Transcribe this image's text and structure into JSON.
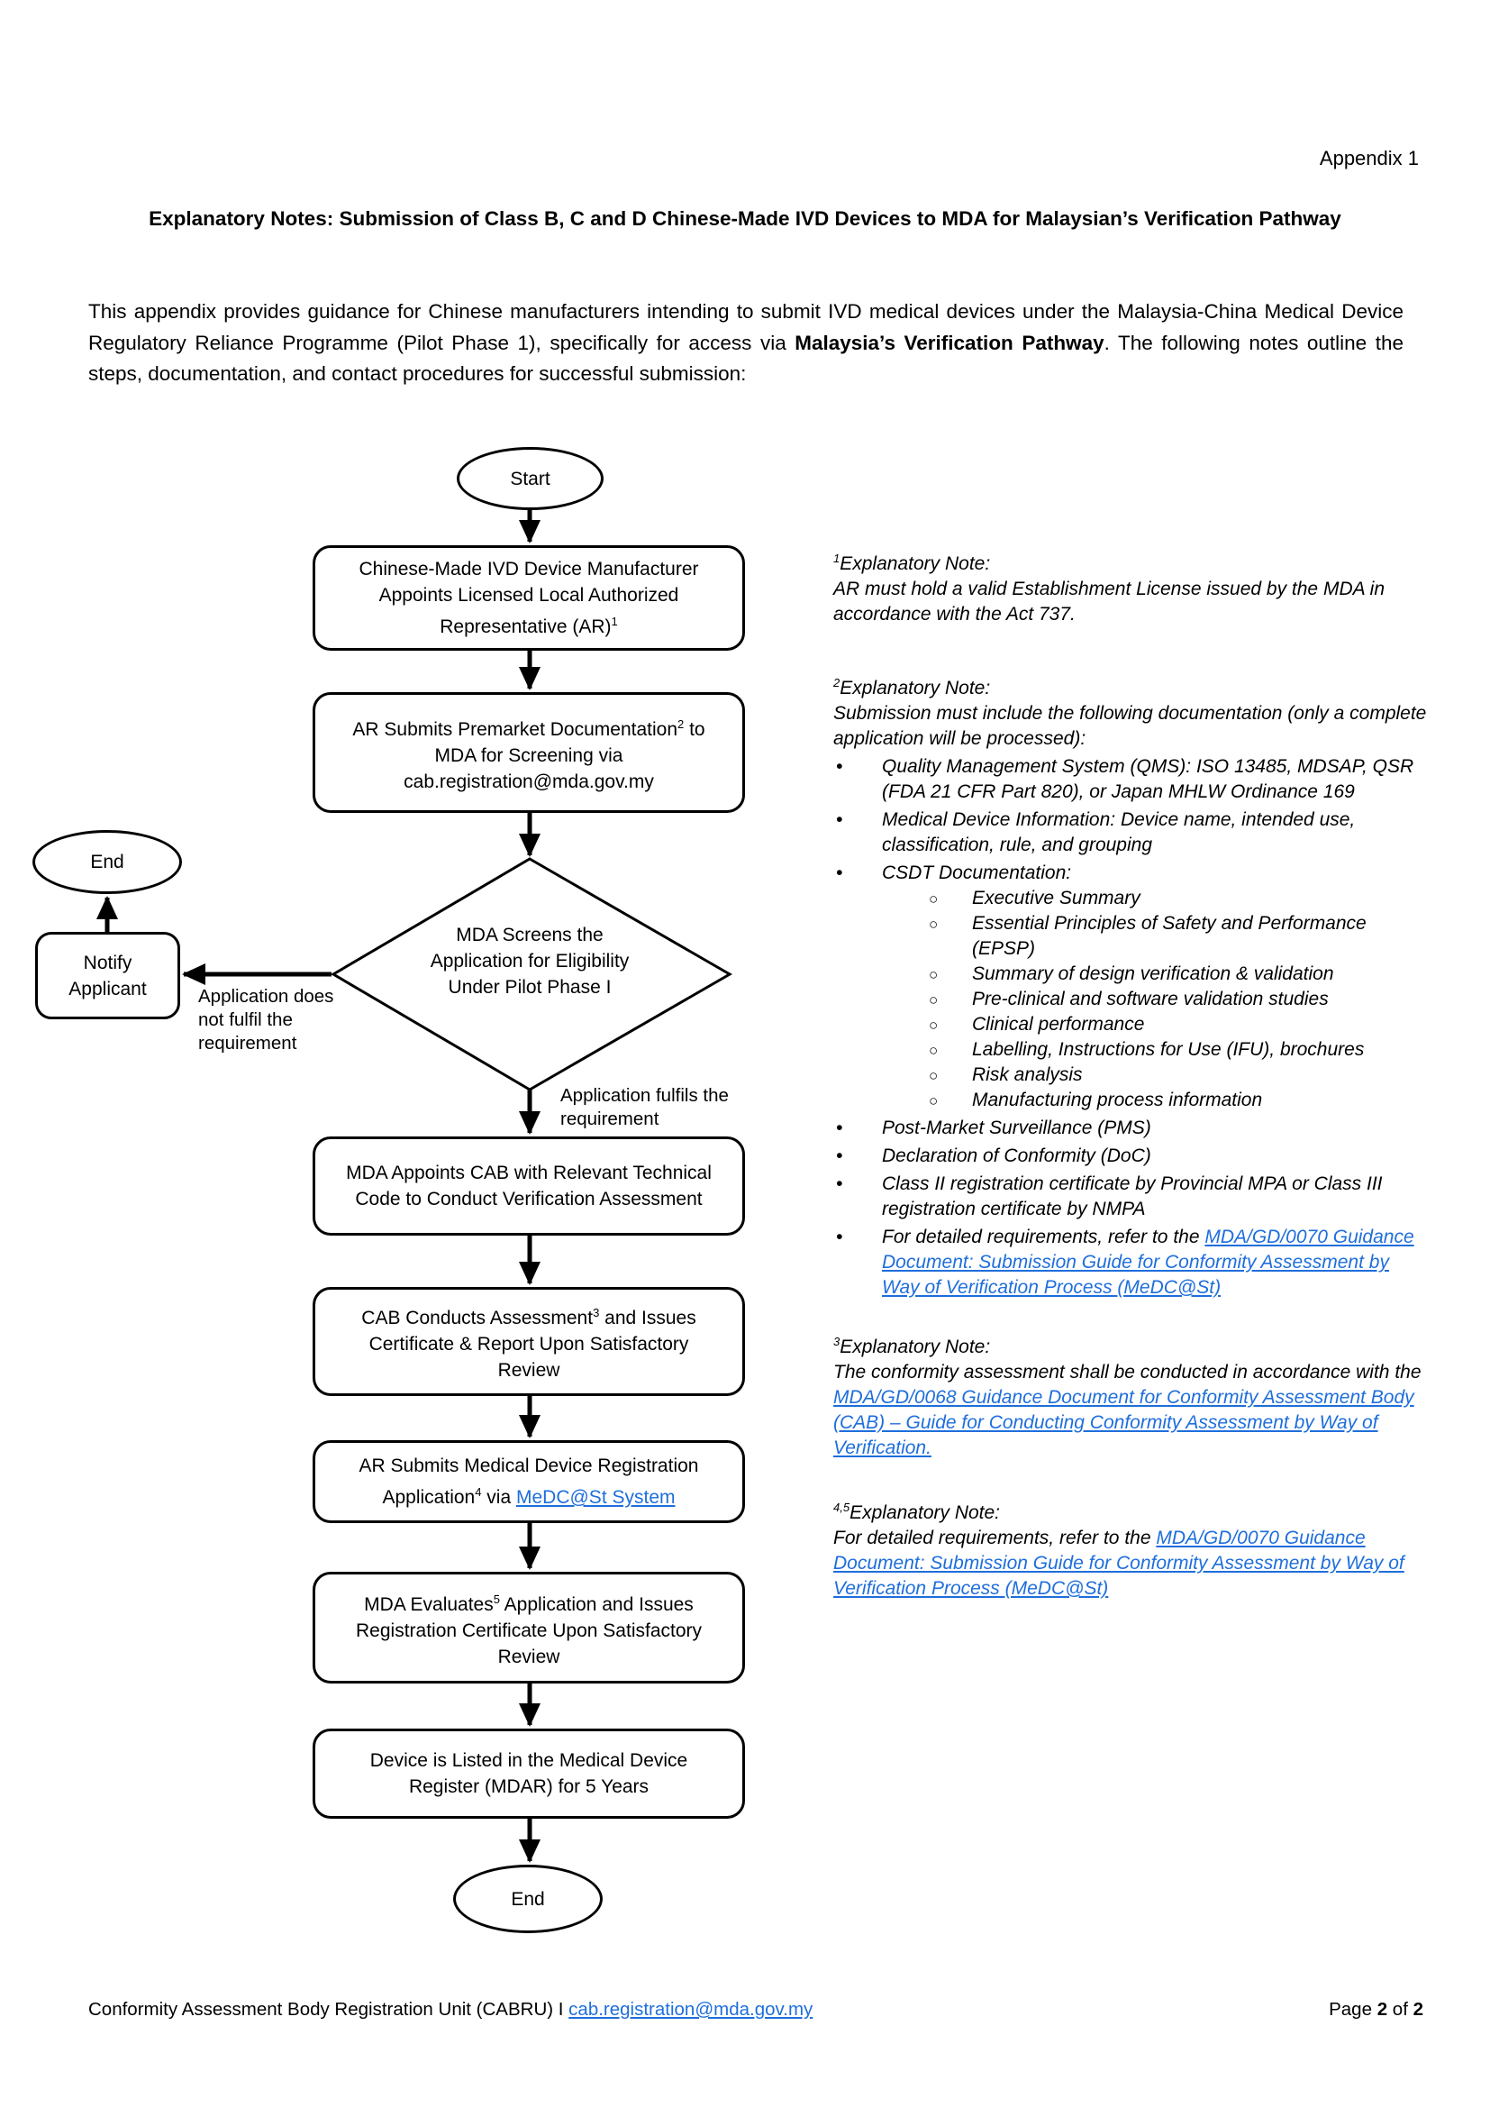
{
  "colors": {
    "link": "#1E6EDC"
  },
  "page": {
    "appendix_label": "Appendix 1",
    "title": "Explanatory Notes: Submission of Class B, C and D Chinese-Made IVD Devices to MDA for Malaysian’s Verification Pathway",
    "intro_pre": "This appendix provides guidance for Chinese manufacturers intending to submit IVD medical devices under the Malaysia-China Medical Device Regulatory Reliance Programme (Pilot Phase 1), specifically for access via ",
    "intro_bold": "Malaysia’s Verification Pathway",
    "intro_post": ". The following notes outline the steps, documentation, and contact procedures for successful submission:"
  },
  "flowchart": {
    "start_label": "Start",
    "end_top_label": "End",
    "end_bottom_label": "End",
    "notify_label": "Notify Applicant",
    "decision_text": "MDA Screens the Application for Eligibility Under Pilot Phase I",
    "no_label": "Application does not fulfil the requirement",
    "yes_label": "Application fulfils the requirement",
    "b1": {
      "pre": "Chinese-Made IVD Device Manufacturer Appoints Licensed Local Authorized Representative (AR)",
      "sup": "1"
    },
    "b2": {
      "pre": "AR Submits Premarket Documentation",
      "sup": "2",
      "post": " to MDA for Screening via cab.registration@mda.gov.my"
    },
    "b3": {
      "text": "MDA Appoints CAB with Relevant Technical Code to Conduct Verification Assessment"
    },
    "b4": {
      "pre": "CAB Conducts Assessment",
      "sup": "3",
      "post": " and Issues Certificate & Report Upon Satisfactory Review"
    },
    "b5": {
      "pre": "AR Submits Medical Device Registration Application",
      "sup": "4",
      "mid": " via ",
      "link": "MeDC@St System"
    },
    "b6": {
      "pre": "MDA Evaluates",
      "sup": "5",
      "post": " Application and Issues Registration Certificate Upon Satisfactory Review"
    },
    "b7": {
      "text": "Device is Listed in the Medical Device Register (MDAR) for 5 Years"
    }
  },
  "notes": {
    "n1": {
      "sup": "1",
      "head": "Explanatory Note:",
      "body": "AR must hold a valid Establishment License issued by the MDA in accordance with the Act 737."
    },
    "n2": {
      "sup": "2",
      "head": "Explanatory Note:",
      "body": "Submission must include the following documentation (only a complete application will be processed):",
      "qms": "Quality Management System (QMS): ISO 13485, MDSAP, QSR (FDA 21 CFR Part 820), or Japan MHLW Ordinance 169",
      "mdi": "Medical Device Information: Device name, intended use, classification, rule, and grouping",
      "csdt": "CSDT Documentation:",
      "csdt_items": [
        "Executive Summary",
        "Essential Principles of Safety and Performance (EPSP)",
        "Summary of design verification & validation",
        "Pre-clinical and software validation studies",
        "Clinical performance",
        "Labelling, Instructions for Use (IFU), brochures",
        "Risk analysis",
        "Manufacturing process information"
      ],
      "pms": "Post-Market Surveillance (PMS)",
      "doc": "Declaration of Conformity (DoC)",
      "class2": "Class II registration certificate by Provincial MPA or Class III registration certificate by NMPA",
      "detail_pre": "For detailed requirements, refer to the ",
      "detail_link": "MDA/GD/0070 Guidance Document: Submission Guide for Conformity Assessment by Way of Verification Process (MeDC@St)"
    },
    "n3": {
      "sup": "3",
      "head": "Explanatory Note:",
      "body_pre": "The conformity assessment shall be conducted in accordance with the ",
      "link": "MDA/GD/0068 Guidance Document for Conformity Assessment Body (CAB) – Guide for Conducting Conformity Assessment by Way of Verification."
    },
    "n45": {
      "sup": "4,5",
      "head": "Explanatory Note:",
      "body_pre": "For detailed requirements, refer to the ",
      "link": "MDA/GD/0070 Guidance Document: Submission Guide for Conformity Assessment by Way of Verification Process (MeDC@St)"
    }
  },
  "footer": {
    "left_text": "Conformity Assessment Body Registration Unit (CABRU) I ",
    "left_link": "cab.registration@mda.gov.my",
    "page_label": "Page ",
    "page_number": "2",
    "of_label": " of ",
    "page_total": "2"
  }
}
